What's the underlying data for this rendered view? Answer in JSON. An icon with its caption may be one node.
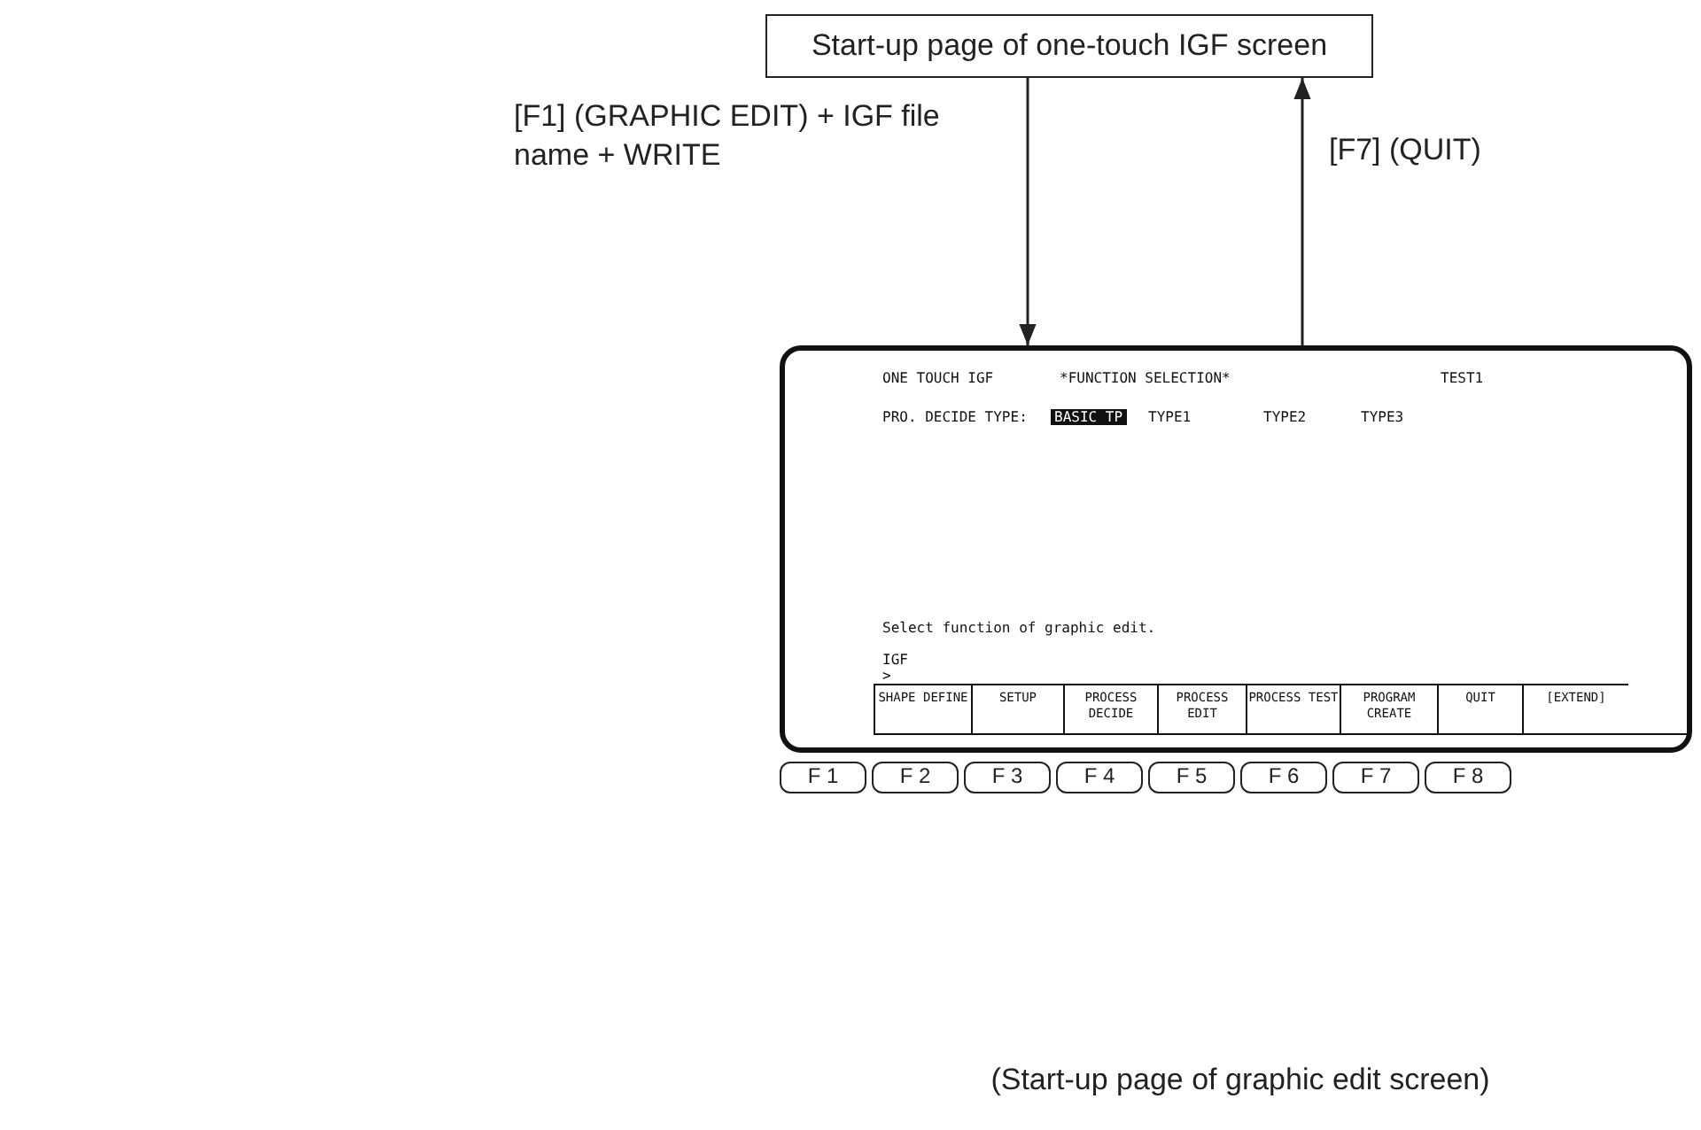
{
  "diagram": {
    "caption": "(Start-up page of graphic edit screen)",
    "nodes": [
      {
        "text": [
          "Start-up page of one-touch IGF screen"
        ]
      },
      {
        "text": [
          "ONE TOUCH IGF",
          "*FUNCTION SELECTION*",
          "TEST1",
          "PRO. DECIDE TYPE:",
          "BASIC TP",
          "TYPE1",
          "TYPE2",
          "TYPE3",
          "Select function of graphic edit.",
          "IGF",
          ">"
        ]
      },
      {
        "text": [
          "SHAPE DEFINE"
        ],
        "in": 1
      },
      {
        "text": [
          "SETUP"
        ],
        "in": 1
      },
      {
        "text": [
          "PROCESS DECIDE"
        ],
        "in": 1
      },
      {
        "text": [
          "PROCESS EDIT"
        ],
        "in": 1
      },
      {
        "text": [
          "PROCESS TEST"
        ],
        "in": 1
      },
      {
        "text": [
          "PROGRAM CREATE"
        ],
        "in": 1
      },
      {
        "text": [
          "QUIT"
        ],
        "in": 1
      },
      {
        "text": [
          "[EXTEND]"
        ],
        "in": 1
      },
      {
        "text": [
          "F 1"
        ]
      },
      {
        "text": [
          "F 2"
        ]
      },
      {
        "text": [
          "F 3"
        ]
      },
      {
        "text": [
          "F 4"
        ]
      },
      {
        "text": [
          "F 5"
        ]
      },
      {
        "text": [
          "F 6"
        ]
      },
      {
        "text": [
          "F 7"
        ]
      },
      {
        "text": [
          "F 8"
        ]
      }
    ],
    "edges": [
      {
        "from": 0,
        "to": 1,
        "arrow": "to",
        "label": "[F1] (GRAPHIC EDIT) + IGF file name + WRITE"
      },
      {
        "from": 1,
        "to": 0,
        "arrow": "to",
        "label": "[F7] (QUIT)"
      }
    ]
  }
}
